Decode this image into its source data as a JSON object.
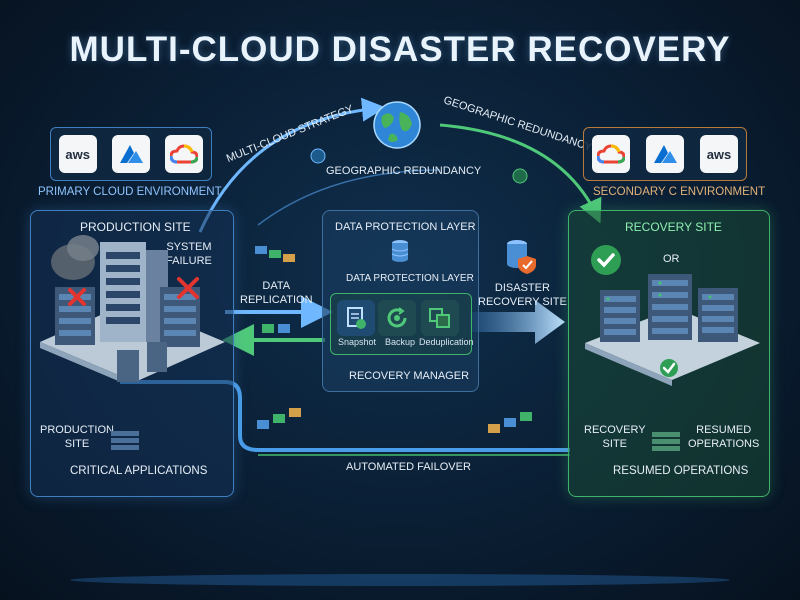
{
  "title": "MULTI-CLOUD DISASTER RECOVERY",
  "primary": {
    "caption": "PRIMARY CLOUD ENVIRONMENT",
    "logos": [
      "aws",
      "azure",
      "google-cloud"
    ]
  },
  "secondary": {
    "caption": "SECONDARY C ENVIRONMENT",
    "logos": [
      "google-cloud",
      "azure",
      "aws"
    ]
  },
  "top": {
    "strategy": "MULTI-CLOUD STRATEGY",
    "geo_left": "GEOGRAPHIC REDUNDANCY",
    "geo_right": "GEOGRAPHIC REDUNDANCY"
  },
  "production": {
    "header": "PRODUCTION SITE",
    "failure": [
      "SYSTEM",
      "FAILURE"
    ],
    "site": [
      "PRODUCTION",
      "SITE"
    ],
    "critical": "CRITICAL APPLICATIONS"
  },
  "middle": {
    "layer_title": "DATA PROTECTION LAYER",
    "layer_sub": "DATA PROTECTION LAYER",
    "tools": [
      "Snapshot",
      "Backup",
      "Deduplication"
    ],
    "manager": "RECOVERY MANAGER"
  },
  "arrows": {
    "replication": [
      "DATA",
      "REPLICATION"
    ],
    "dr_site": [
      "DISASTER",
      "RECOVERY SITE"
    ],
    "failover": "AUTOMATED FAILOVER"
  },
  "recovery": {
    "header": "RECOVERY SITE",
    "or": "OR",
    "site": [
      "RECOVERY",
      "SITE"
    ],
    "resumed": [
      "RESUMED",
      "OPERATIONS"
    ],
    "resumed_ops": "RESUMED OPERATIONS"
  },
  "colors": {
    "primary_border": "#3f7fc0",
    "recovery_border": "#3fb36a",
    "secondary_border": "#b87a3a",
    "accent_blue": "#4aa8ff",
    "accent_green": "#45c46e"
  }
}
